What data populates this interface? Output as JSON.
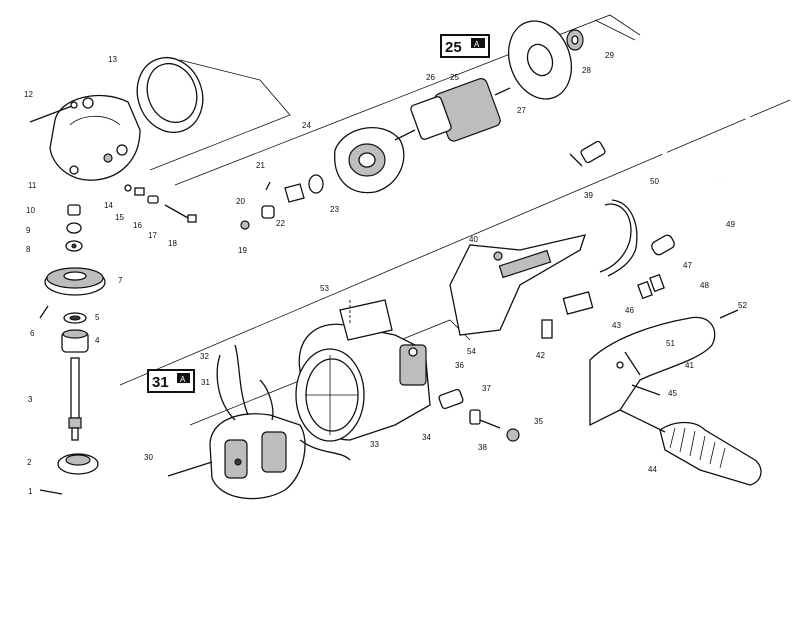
{
  "callouts": [
    "1",
    "2",
    "3",
    "4",
    "5",
    "6",
    "7",
    "8",
    "9",
    "10",
    "11",
    "12",
    "13",
    "14",
    "15",
    "16",
    "17",
    "18",
    "19",
    "20",
    "21",
    "22",
    "23",
    "24",
    "25",
    "26",
    "27",
    "28",
    "29",
    "30",
    "31",
    "32",
    "33",
    "34",
    "35",
    "36",
    "37",
    "38",
    "39",
    "40",
    "41",
    "42",
    "43",
    "44",
    "45",
    "46",
    "47",
    "48",
    "49",
    "50",
    "51",
    "52",
    "53",
    "54"
  ],
  "badges": [
    {
      "number": "25",
      "mark": "A"
    },
    {
      "number": "31",
      "mark": "A"
    }
  ]
}
